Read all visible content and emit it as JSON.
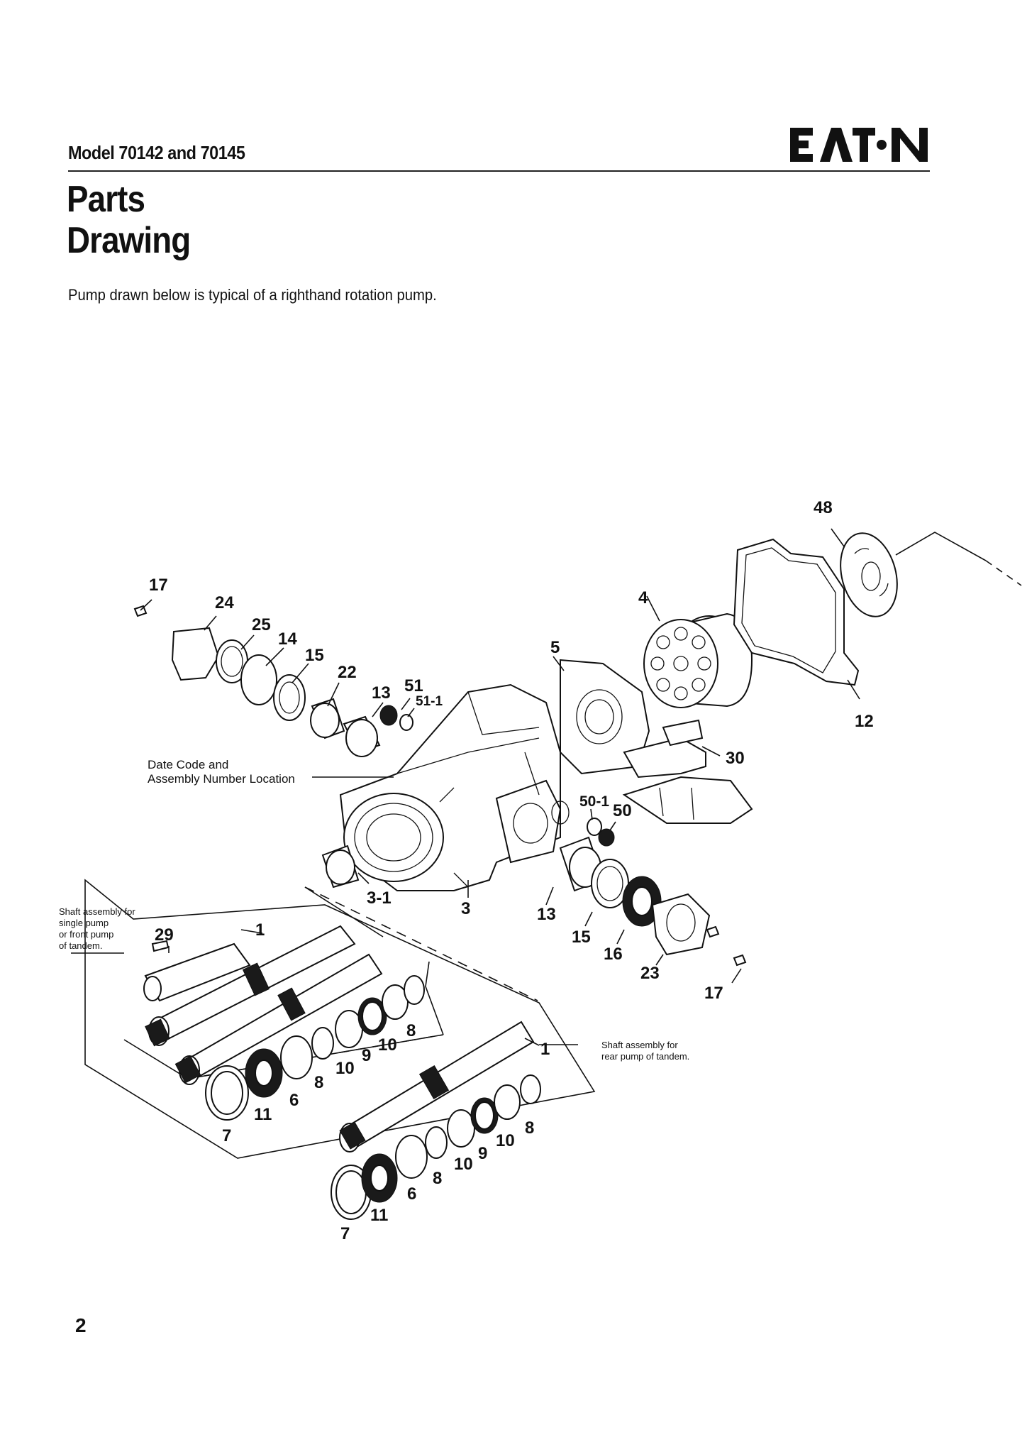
{
  "header": {
    "model": "Model 70142 and 70145",
    "brand": "EATON"
  },
  "title": {
    "line1": "Parts",
    "line2": "Drawing"
  },
  "intro": "Pump drawn below is typical of a righthand rotation pump.",
  "callouts": {
    "date_code": [
      "Date Code and",
      "Assembly Number Location"
    ],
    "single_pump": [
      "Shaft assembly for",
      "single pump",
      "or front pump",
      "of tandem."
    ],
    "rear_pump": [
      "Shaft assembly for",
      "rear pump of tandem."
    ]
  },
  "part_labels": [
    "17",
    "24",
    "25",
    "14",
    "15",
    "22",
    "13",
    "51",
    "51-1",
    "5",
    "4",
    "48",
    "12",
    "30",
    "50-1",
    "50",
    "3-1",
    "3",
    "13",
    "15",
    "16",
    "23",
    "17",
    "29",
    "1",
    "7",
    "11",
    "6",
    "8",
    "10",
    "9",
    "10",
    "8",
    "1",
    "7",
    "11",
    "6",
    "8",
    "10",
    "9",
    "10",
    "8"
  ],
  "page_number": "2"
}
